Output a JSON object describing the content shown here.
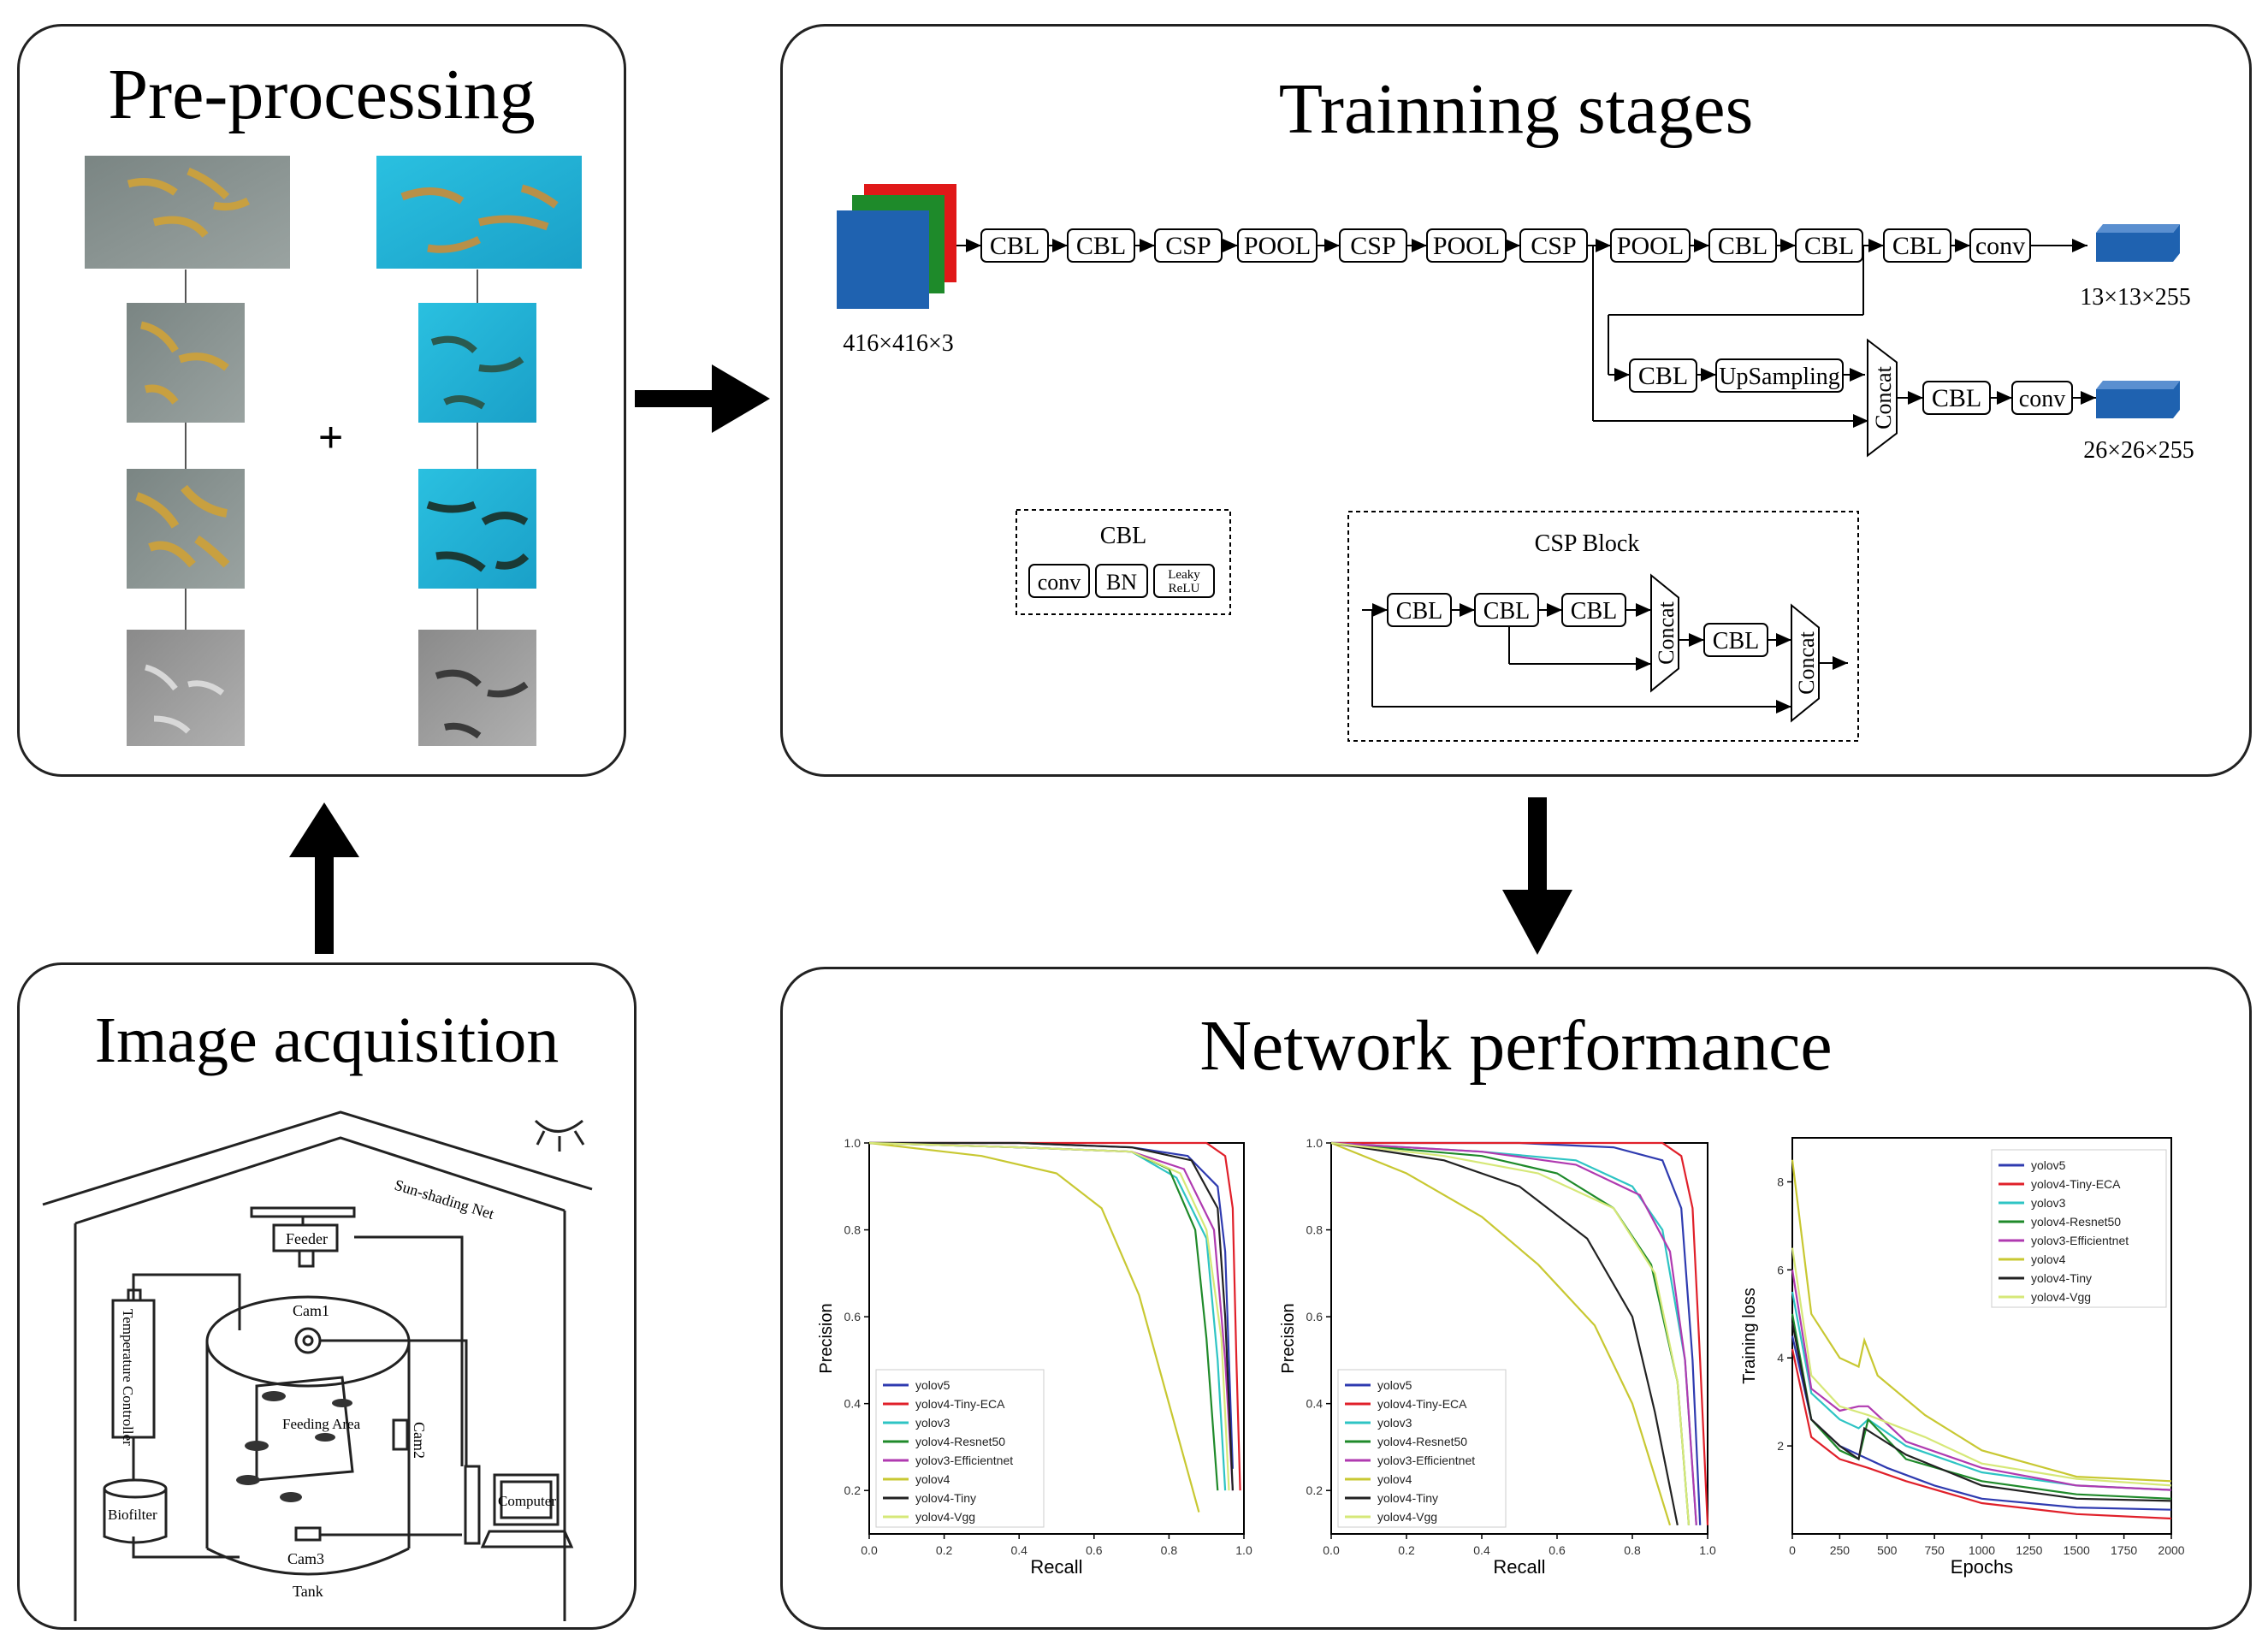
{
  "panels": {
    "preprocessing": "Pre-processing",
    "training": "Trainning stages",
    "acquisition": "Image acquisition",
    "performance": "Network performance"
  },
  "preprocessing": {
    "plus": "+"
  },
  "network": {
    "input_size": "416×416×3",
    "main_chain": [
      "CBL",
      "CBL",
      "CSP",
      "POOL",
      "CSP",
      "POOL",
      "CSP",
      "POOL",
      "CBL",
      "CBL",
      "CBL",
      "conv"
    ],
    "out1": "13×13×255",
    "branch": [
      "CBL",
      "UpSampling"
    ],
    "concat": "Concat",
    "branch2": [
      "CBL",
      "conv"
    ],
    "out2": "26×26×255"
  },
  "cbl_legend": {
    "title": "CBL",
    "parts": [
      "conv",
      "BN",
      "Leaky ReLU"
    ]
  },
  "csp_block": {
    "title": "CSP Block",
    "chain": [
      "CBL",
      "CBL",
      "CBL"
    ],
    "concat": "Concat",
    "mid": "CBL"
  },
  "acquisition": {
    "sun_net": "Sun-shading Net",
    "feeder": "Feeder",
    "cam1": "Cam1",
    "cam2": "Cam2",
    "cam3": "Cam3",
    "temp": "Temperature Controller",
    "feeding_area": "Feeding Area",
    "biofilter": "Biofilter",
    "computer": "Computer",
    "tank": "Tank"
  },
  "chart_data": [
    {
      "type": "line",
      "xlabel": "Recall",
      "ylabel": "Precision",
      "xlim": [
        0,
        1
      ],
      "ylim": [
        0.1,
        1.0
      ],
      "x_ticks": [
        "0.0",
        "0.2",
        "0.4",
        "0.6",
        "0.8",
        "1.0"
      ],
      "y_ticks": [
        "0.2",
        "0.4",
        "0.6",
        "0.8",
        "1.0"
      ],
      "legend_position": "bottom-left",
      "series": [
        {
          "name": "yolov5",
          "color": "#2f3bb0",
          "points": [
            [
              0,
              1
            ],
            [
              0.4,
              1
            ],
            [
              0.7,
              0.99
            ],
            [
              0.85,
              0.97
            ],
            [
              0.93,
              0.9
            ],
            [
              0.95,
              0.75
            ],
            [
              0.96,
              0.5
            ],
            [
              0.97,
              0.25
            ]
          ]
        },
        {
          "name": "yolov4-Tiny-ECA",
          "color": "#e0202a",
          "points": [
            [
              0,
              1
            ],
            [
              0.5,
              1
            ],
            [
              0.9,
              1
            ],
            [
              0.95,
              0.97
            ],
            [
              0.97,
              0.85
            ],
            [
              0.98,
              0.5
            ],
            [
              0.99,
              0.2
            ]
          ]
        },
        {
          "name": "yolov3",
          "color": "#2ec4c4",
          "points": [
            [
              0,
              1
            ],
            [
              0.4,
              0.99
            ],
            [
              0.7,
              0.98
            ],
            [
              0.82,
              0.92
            ],
            [
              0.9,
              0.78
            ],
            [
              0.93,
              0.5
            ],
            [
              0.95,
              0.2
            ]
          ]
        },
        {
          "name": "yolov4-Resnet50",
          "color": "#1f8a2a",
          "points": [
            [
              0,
              1
            ],
            [
              0.4,
              0.99
            ],
            [
              0.7,
              0.98
            ],
            [
              0.8,
              0.94
            ],
            [
              0.87,
              0.8
            ],
            [
              0.9,
              0.55
            ],
            [
              0.93,
              0.2
            ]
          ]
        },
        {
          "name": "yolov3-Efficientnet",
          "color": "#b03ab0",
          "points": [
            [
              0,
              1
            ],
            [
              0.4,
              0.99
            ],
            [
              0.7,
              0.98
            ],
            [
              0.84,
              0.94
            ],
            [
              0.92,
              0.8
            ],
            [
              0.95,
              0.5
            ],
            [
              0.97,
              0.2
            ]
          ]
        },
        {
          "name": "yolov4",
          "color": "#c8c832",
          "points": [
            [
              0,
              1
            ],
            [
              0.3,
              0.97
            ],
            [
              0.5,
              0.93
            ],
            [
              0.62,
              0.85
            ],
            [
              0.72,
              0.65
            ],
            [
              0.8,
              0.4
            ],
            [
              0.88,
              0.15
            ]
          ]
        },
        {
          "name": "yolov4-Tiny",
          "color": "#222222",
          "points": [
            [
              0,
              1
            ],
            [
              0.4,
              1
            ],
            [
              0.7,
              0.99
            ],
            [
              0.86,
              0.96
            ],
            [
              0.93,
              0.85
            ],
            [
              0.95,
              0.6
            ],
            [
              0.97,
              0.2
            ]
          ]
        },
        {
          "name": "yolov4-Vgg",
          "color": "#d6e878",
          "points": [
            [
              0,
              1
            ],
            [
              0.4,
              0.99
            ],
            [
              0.7,
              0.98
            ],
            [
              0.83,
              0.93
            ],
            [
              0.9,
              0.8
            ],
            [
              0.94,
              0.55
            ],
            [
              0.96,
              0.2
            ]
          ]
        }
      ]
    },
    {
      "type": "line",
      "xlabel": "Recall",
      "ylabel": "Precision",
      "xlim": [
        0,
        1
      ],
      "ylim": [
        0.1,
        1.0
      ],
      "x_ticks": [
        "0.0",
        "0.2",
        "0.4",
        "0.6",
        "0.8",
        "1.0"
      ],
      "y_ticks": [
        "0.2",
        "0.4",
        "0.6",
        "0.8",
        "1.0"
      ],
      "legend_position": "bottom-left",
      "series": [
        {
          "name": "yolov5",
          "color": "#2f3bb0",
          "points": [
            [
              0,
              1
            ],
            [
              0.5,
              1
            ],
            [
              0.75,
              0.99
            ],
            [
              0.88,
              0.96
            ],
            [
              0.93,
              0.85
            ],
            [
              0.96,
              0.5
            ],
            [
              0.98,
              0.12
            ]
          ]
        },
        {
          "name": "yolov4-Tiny-ECA",
          "color": "#e0202a",
          "points": [
            [
              0,
              1
            ],
            [
              0.6,
              1
            ],
            [
              0.88,
              1
            ],
            [
              0.93,
              0.97
            ],
            [
              0.96,
              0.85
            ],
            [
              0.98,
              0.5
            ],
            [
              1.0,
              0.12
            ]
          ]
        },
        {
          "name": "yolov3",
          "color": "#2ec4c4",
          "points": [
            [
              0,
              1
            ],
            [
              0.4,
              0.98
            ],
            [
              0.65,
              0.96
            ],
            [
              0.8,
              0.9
            ],
            [
              0.88,
              0.8
            ],
            [
              0.94,
              0.5
            ],
            [
              0.97,
              0.12
            ]
          ]
        },
        {
          "name": "yolov4-Resnet50",
          "color": "#1f8a2a",
          "points": [
            [
              0,
              1
            ],
            [
              0.4,
              0.97
            ],
            [
              0.6,
              0.93
            ],
            [
              0.75,
              0.85
            ],
            [
              0.85,
              0.72
            ],
            [
              0.92,
              0.45
            ],
            [
              0.95,
              0.12
            ]
          ]
        },
        {
          "name": "yolov3-Efficientnet",
          "color": "#b03ab0",
          "points": [
            [
              0,
              1
            ],
            [
              0.4,
              0.98
            ],
            [
              0.65,
              0.95
            ],
            [
              0.82,
              0.88
            ],
            [
              0.9,
              0.75
            ],
            [
              0.94,
              0.5
            ],
            [
              0.97,
              0.12
            ]
          ]
        },
        {
          "name": "yolov4",
          "color": "#c8c832",
          "points": [
            [
              0,
              1
            ],
            [
              0.2,
              0.93
            ],
            [
              0.4,
              0.83
            ],
            [
              0.55,
              0.72
            ],
            [
              0.7,
              0.58
            ],
            [
              0.8,
              0.4
            ],
            [
              0.9,
              0.12
            ]
          ]
        },
        {
          "name": "yolov4-Tiny",
          "color": "#222222",
          "points": [
            [
              0,
              1
            ],
            [
              0.3,
              0.96
            ],
            [
              0.5,
              0.9
            ],
            [
              0.68,
              0.78
            ],
            [
              0.8,
              0.6
            ],
            [
              0.86,
              0.38
            ],
            [
              0.92,
              0.12
            ]
          ]
        },
        {
          "name": "yolov4-Vgg",
          "color": "#d6e878",
          "points": [
            [
              0,
              1
            ],
            [
              0.3,
              0.97
            ],
            [
              0.55,
              0.93
            ],
            [
              0.75,
              0.85
            ],
            [
              0.86,
              0.7
            ],
            [
              0.92,
              0.45
            ],
            [
              0.95,
              0.12
            ]
          ]
        }
      ]
    },
    {
      "type": "line",
      "xlabel": "Epochs",
      "ylabel": "Training loss",
      "xlim": [
        0,
        2000
      ],
      "ylim": [
        0,
        9
      ],
      "x_ticks": [
        "0",
        "250",
        "500",
        "750",
        "1000",
        "1250",
        "1500",
        "1750",
        "2000"
      ],
      "y_ticks": [
        "2",
        "4",
        "6",
        "8"
      ],
      "legend_position": "top-right",
      "series": [
        {
          "name": "yolov5",
          "color": "#2f3bb0",
          "points": [
            [
              0,
              4.5
            ],
            [
              100,
              2.6
            ],
            [
              250,
              2.0
            ],
            [
              350,
              1.8
            ],
            [
              500,
              1.5
            ],
            [
              750,
              1.1
            ],
            [
              1000,
              0.8
            ],
            [
              1500,
              0.6
            ],
            [
              2000,
              0.55
            ]
          ]
        },
        {
          "name": "yolov4-Tiny-ECA",
          "color": "#e0202a",
          "points": [
            [
              0,
              4.2
            ],
            [
              100,
              2.2
            ],
            [
              250,
              1.7
            ],
            [
              400,
              1.5
            ],
            [
              600,
              1.2
            ],
            [
              1000,
              0.7
            ],
            [
              1500,
              0.45
            ],
            [
              2000,
              0.35
            ]
          ]
        },
        {
          "name": "yolov3",
          "color": "#2ec4c4",
          "points": [
            [
              0,
              5.5
            ],
            [
              100,
              3.2
            ],
            [
              250,
              2.6
            ],
            [
              350,
              2.4
            ],
            [
              400,
              2.6
            ],
            [
              600,
              2.0
            ],
            [
              1000,
              1.4
            ],
            [
              1500,
              1.1
            ],
            [
              2000,
              1.0
            ]
          ]
        },
        {
          "name": "yolov4-Resnet50",
          "color": "#1f8a2a",
          "points": [
            [
              0,
              5.0
            ],
            [
              100,
              2.6
            ],
            [
              250,
              1.9
            ],
            [
              350,
              1.7
            ],
            [
              400,
              2.6
            ],
            [
              600,
              1.7
            ],
            [
              1000,
              1.2
            ],
            [
              1500,
              0.9
            ],
            [
              2000,
              0.8
            ]
          ]
        },
        {
          "name": "yolov3-Efficientnet",
          "color": "#b03ab0",
          "points": [
            [
              0,
              6.0
            ],
            [
              100,
              3.3
            ],
            [
              250,
              2.8
            ],
            [
              350,
              2.9
            ],
            [
              400,
              2.9
            ],
            [
              600,
              2.1
            ],
            [
              1000,
              1.5
            ],
            [
              1500,
              1.1
            ],
            [
              2000,
              1.0
            ]
          ]
        },
        {
          "name": "yolov4",
          "color": "#c8c832",
          "points": [
            [
              0,
              8.5
            ],
            [
              100,
              5.0
            ],
            [
              250,
              4.0
            ],
            [
              350,
              3.8
            ],
            [
              380,
              4.4
            ],
            [
              450,
              3.6
            ],
            [
              700,
              2.7
            ],
            [
              1000,
              1.9
            ],
            [
              1500,
              1.3
            ],
            [
              2000,
              1.2
            ]
          ]
        },
        {
          "name": "yolov4-Tiny",
          "color": "#222222",
          "points": [
            [
              0,
              4.8
            ],
            [
              100,
              2.6
            ],
            [
              250,
              2.0
            ],
            [
              350,
              1.7
            ],
            [
              380,
              2.4
            ],
            [
              600,
              1.8
            ],
            [
              1000,
              1.1
            ],
            [
              1500,
              0.8
            ],
            [
              2000,
              0.75
            ]
          ]
        },
        {
          "name": "yolov4-Vgg",
          "color": "#d6e878",
          "points": [
            [
              0,
              6.5
            ],
            [
              100,
              3.6
            ],
            [
              250,
              2.9
            ],
            [
              400,
              2.7
            ],
            [
              700,
              2.2
            ],
            [
              1000,
              1.6
            ],
            [
              1500,
              1.25
            ],
            [
              2000,
              1.1
            ]
          ]
        }
      ]
    }
  ]
}
